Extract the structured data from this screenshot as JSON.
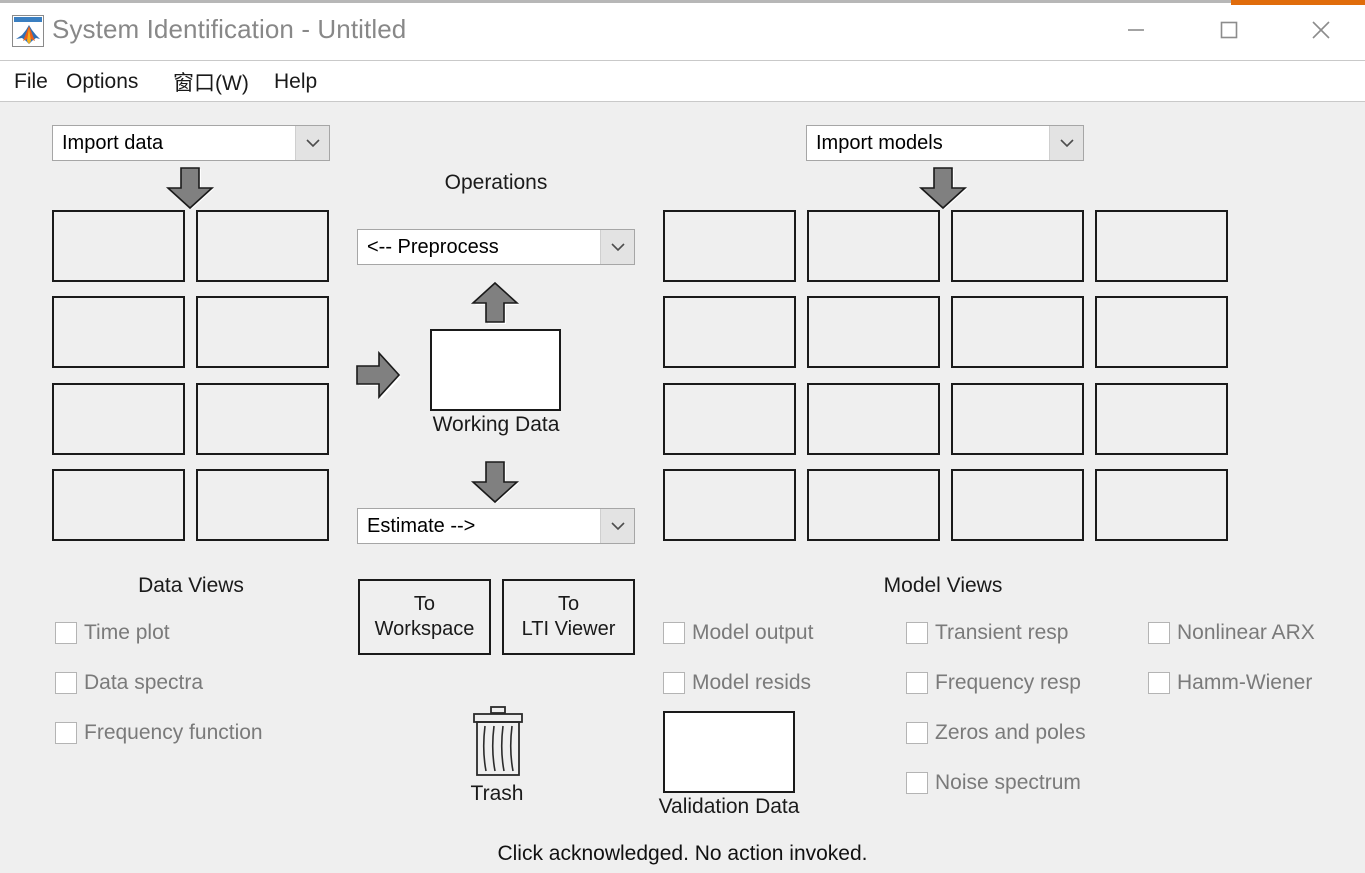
{
  "window": {
    "title": "System Identification - Untitled",
    "logo_icon": "matlab-logo-icon",
    "minimize_icon": "minimize-icon",
    "maximize_icon": "maximize-icon",
    "close_icon": "close-icon",
    "accent_color": "#e06c0b",
    "background_color": "#efefef"
  },
  "menubar": {
    "items": [
      {
        "label": "File"
      },
      {
        "label": "Options"
      },
      {
        "label": "窗口(W)"
      },
      {
        "label": "Help"
      }
    ]
  },
  "data_panel": {
    "import_dropdown": {
      "value": "Import data",
      "chevron_icon": "chevron-down-icon"
    },
    "arrow_icon": "arrow-down-icon",
    "grid": {
      "rows": 4,
      "cols": 2,
      "cells": [
        "",
        "",
        "",
        "",
        "",
        "",
        "",
        ""
      ]
    },
    "views_title": "Data Views",
    "checkboxes": [
      {
        "label": "Time plot",
        "checked": false
      },
      {
        "label": "Data spectra",
        "checked": false
      },
      {
        "label": "Frequency function",
        "checked": false
      }
    ]
  },
  "operations_panel": {
    "title": "Operations",
    "preprocess_dropdown": {
      "value": "<-- Preprocess",
      "chevron_icon": "chevron-down-icon"
    },
    "estimate_dropdown": {
      "value": "Estimate -->",
      "chevron_icon": "chevron-down-icon"
    },
    "arrow_up_icon": "arrow-up-icon",
    "arrow_right_icon": "arrow-right-icon",
    "arrow_down_icon": "arrow-down-icon",
    "working_data": {
      "label": "Working Data",
      "content": ""
    },
    "buttons": [
      {
        "line1": "To",
        "line2": "Workspace"
      },
      {
        "line1": "To",
        "line2": "LTI Viewer"
      }
    ],
    "trash": {
      "label": "Trash",
      "icon": "trash-icon"
    },
    "validation_data": {
      "label": "Validation Data",
      "content": ""
    }
  },
  "model_panel": {
    "import_dropdown": {
      "value": "Import models",
      "chevron_icon": "chevron-down-icon"
    },
    "arrow_icon": "arrow-down-icon",
    "grid": {
      "rows": 4,
      "cols": 4,
      "cells": [
        "",
        "",
        "",
        "",
        "",
        "",
        "",
        "",
        "",
        "",
        "",
        "",
        "",
        "",
        "",
        ""
      ]
    },
    "views_title": "Model Views",
    "checkbox_columns": [
      [
        {
          "label": "Model output",
          "checked": false
        },
        {
          "label": "Model resids",
          "checked": false
        }
      ],
      [
        {
          "label": "Transient resp",
          "checked": false
        },
        {
          "label": "Frequency resp",
          "checked": false
        },
        {
          "label": "Zeros and poles",
          "checked": false
        },
        {
          "label": "Noise spectrum",
          "checked": false
        }
      ],
      [
        {
          "label": "Nonlinear ARX",
          "checked": false
        },
        {
          "label": "Hamm-Wiener",
          "checked": false
        }
      ]
    ]
  },
  "statusbar": {
    "message": "Click acknowledged. No action invoked."
  }
}
